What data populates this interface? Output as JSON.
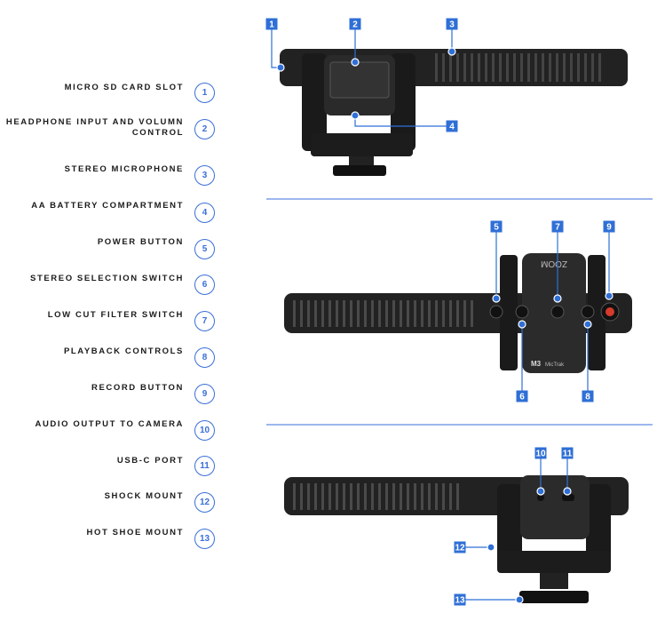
{
  "title": "Zoom M3 MicTrak features",
  "legend": [
    {
      "n": "1",
      "label": "MICRO SD CARD SLOT"
    },
    {
      "n": "2",
      "label": "HEADPHONE INPUT AND VOLUMN CONTROL"
    },
    {
      "n": "3",
      "label": "STEREO MICROPHONE"
    },
    {
      "n": "4",
      "label": "AA BATTERY COMPARTMENT"
    },
    {
      "n": "5",
      "label": "POWER BUTTON"
    },
    {
      "n": "6",
      "label": "STEREO SELECTION SWITCH"
    },
    {
      "n": "7",
      "label": "LOW CUT FILTER SWITCH"
    },
    {
      "n": "8",
      "label": "PLAYBACK CONTROLS"
    },
    {
      "n": "9",
      "label": "RECORD BUTTON"
    },
    {
      "n": "10",
      "label": "AUDIO OUTPUT TO CAMERA"
    },
    {
      "n": "11",
      "label": "USB-C PORT"
    },
    {
      "n": "12",
      "label": "SHOCK MOUNT"
    },
    {
      "n": "13",
      "label": "HOT SHOE MOUNT"
    }
  ],
  "device": {
    "brand": "ZOOM",
    "model": "M3",
    "model_name": "MicTrak"
  },
  "colors": {
    "accent": "#2f6fd6",
    "device": "#1e1e1e",
    "record": "#d63a2a"
  }
}
